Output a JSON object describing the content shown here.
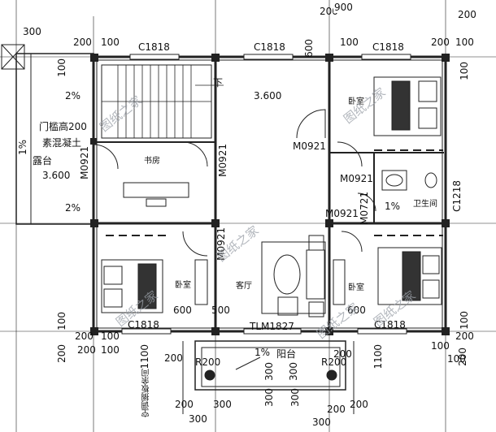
{
  "labels": {
    "dims_top": [
      "300",
      "200",
      "100",
      "200",
      "900",
      "200",
      "100",
      "100",
      "600",
      "200",
      "100",
      "100"
    ],
    "windows": [
      "C1818",
      "C1818",
      "C1818",
      "C1818",
      "C1818"
    ],
    "doors": [
      "M0921",
      "M0921",
      "M0921",
      "M0921",
      "M0921",
      "M0721",
      "M0921"
    ],
    "stair_down": "下",
    "level": "3.600",
    "level_terrace": "3.600",
    "slope": [
      "2%",
      "2%",
      "1%",
      "1%",
      "1%"
    ],
    "sill": "门槛高200",
    "concrete": "素混凝土",
    "terrace": "露台",
    "study": "书房",
    "bedroom": [
      "卧室",
      "卧室",
      "卧室"
    ],
    "living": "客厅",
    "bath": "卫生间",
    "window_c1218": "C1218",
    "tlm": "TLM1827",
    "balcony": "阳台",
    "dims_600_500": [
      "600",
      "500",
      "600"
    ],
    "side_dims": [
      "100",
      "100",
      "100",
      "100",
      "200",
      "100",
      "200",
      "200",
      "100",
      "1100",
      "200",
      "1100",
      "200",
      "200",
      "100",
      "200",
      "100",
      "300",
      "300",
      "300",
      "300"
    ],
    "bottom_dims": [
      "200",
      "300",
      "200",
      "300",
      "200",
      "300"
    ],
    "railing": [
      "R200",
      "R200"
    ],
    "vertical_note": "空调搁板余间",
    "watermarks": [
      "图纸之家",
      "图纸之家",
      "图纸之家",
      "图纸之家",
      "图纸之家",
      "图纸之家"
    ]
  }
}
